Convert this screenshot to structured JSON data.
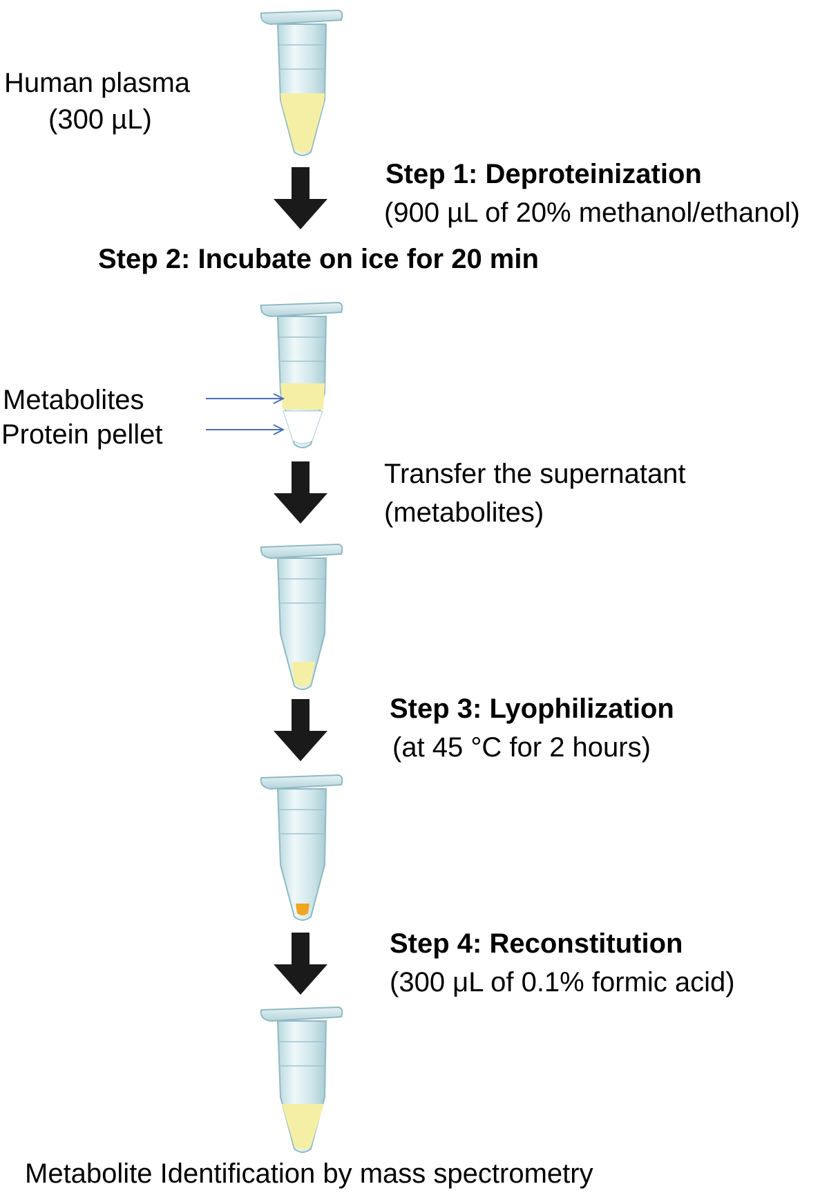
{
  "sample": {
    "line1": "Human plasma",
    "line2": "(300 µL)"
  },
  "steps": [
    {
      "title": "Step 1: Deproteinization",
      "detail": "(900 µL of 20% methanol/ethanol)"
    },
    {
      "title": "Step 2: Incubate on ice for 20 min"
    },
    {
      "title": "Step 3: Lyophilization",
      "detail": "(at 45 °C for 2 hours)"
    },
    {
      "title": "Step 4: Reconstitution",
      "detail": "(300 μL of 0.1% formic acid)"
    }
  ],
  "separation": {
    "upper_label": "Metabolites",
    "lower_label": "Protein pellet"
  },
  "transfer": {
    "line1": "Transfer  the supernatant",
    "line2": "(metabolites)"
  },
  "final": {
    "label": "Metabolite Identification by mass spectrometry"
  },
  "colors": {
    "tube_body": "#cfe6ea",
    "tube_outline": "#8fb9c2",
    "plasma": "#f5efa6",
    "dried_pellet": "#f2a51f",
    "arrow": "#1a1a1a",
    "pointer": "#4a6fb5"
  }
}
